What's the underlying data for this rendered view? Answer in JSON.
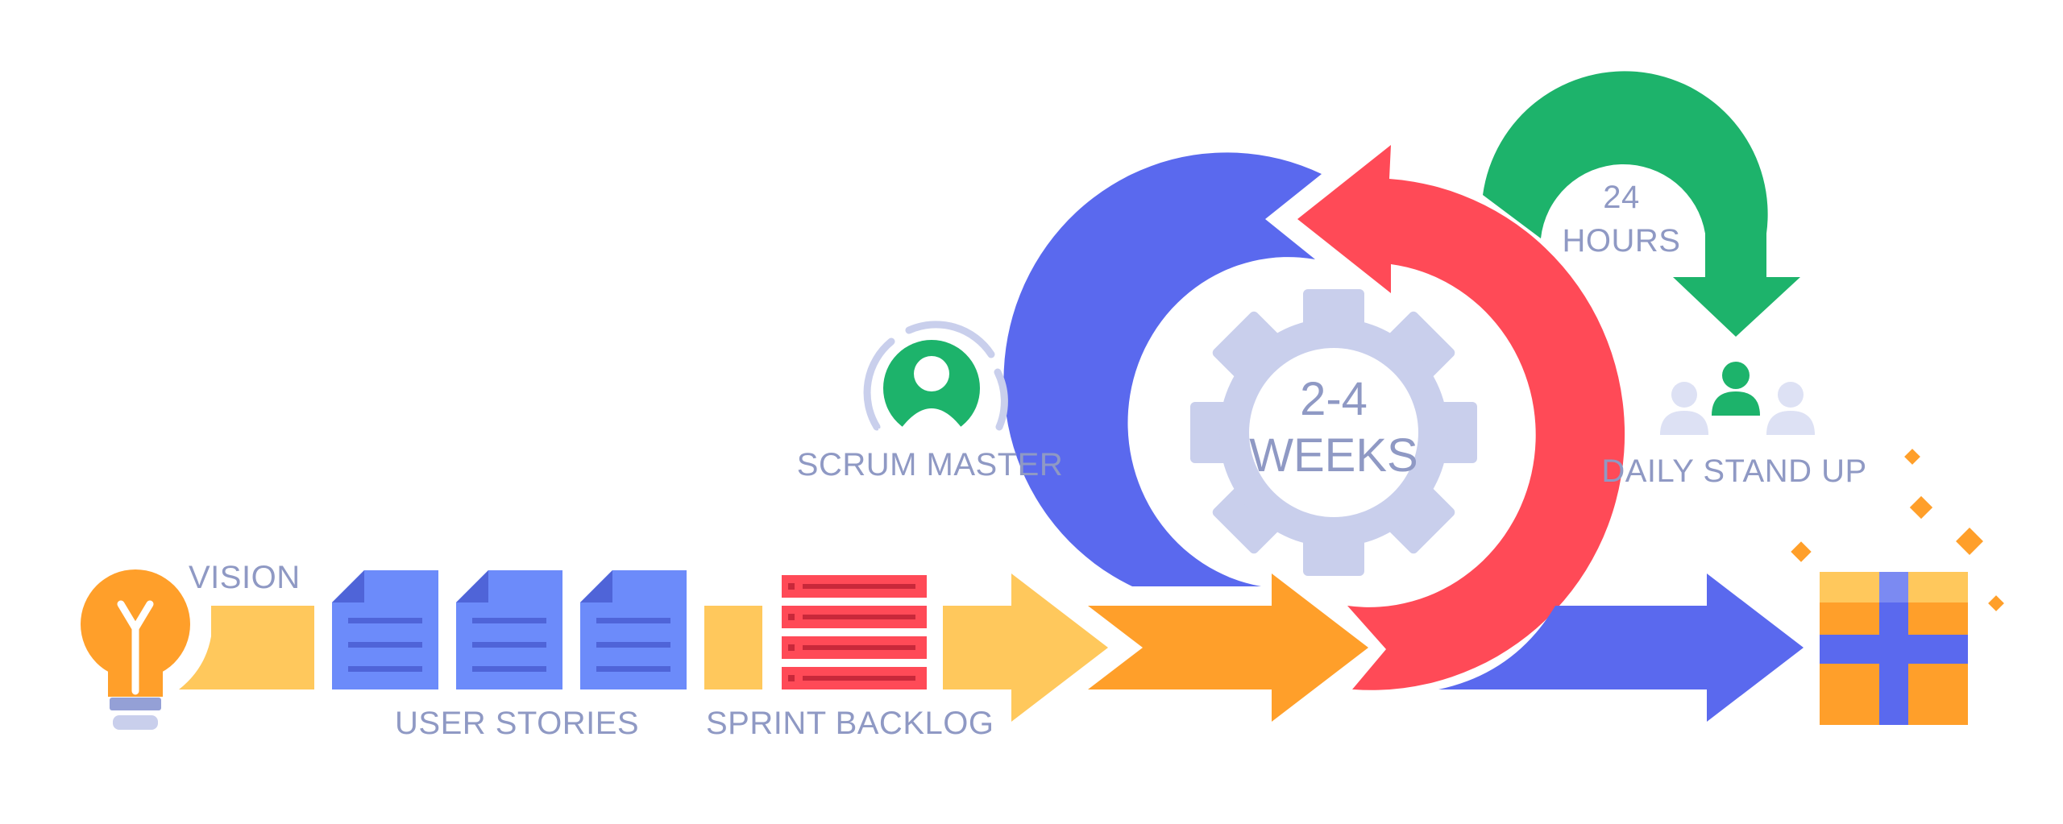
{
  "labels": {
    "vision": "VISION",
    "user_stories": "USER STORIES",
    "sprint_backlog": "SPRINT BACKLOG",
    "scrum_master": "SCRUM MASTER",
    "sprint_length_line1": "2-4",
    "sprint_length_line2": "WEEKS",
    "standup_line1": "24",
    "standup_line2": "HOURS",
    "daily_stand_up": "DAILY STAND UP"
  },
  "icons": {
    "vision": "lightbulb-icon",
    "user_stories": "document-icon",
    "sprint_backlog": "backlog-list-icon",
    "scrum_master": "person-icon",
    "sprint": "gear-icon",
    "daily_stand_up": "team-icon",
    "product": "gift-box-icon"
  },
  "colors": {
    "yellow": "#FFC85C",
    "orange": "#FF9F2A",
    "blue_doc": "#6C8BFA",
    "blue_cycle": "#5A69EE",
    "red": "#FF4A57",
    "green": "#1DB36B",
    "gear": "#C9CFEC",
    "text": "#8F99C4"
  }
}
